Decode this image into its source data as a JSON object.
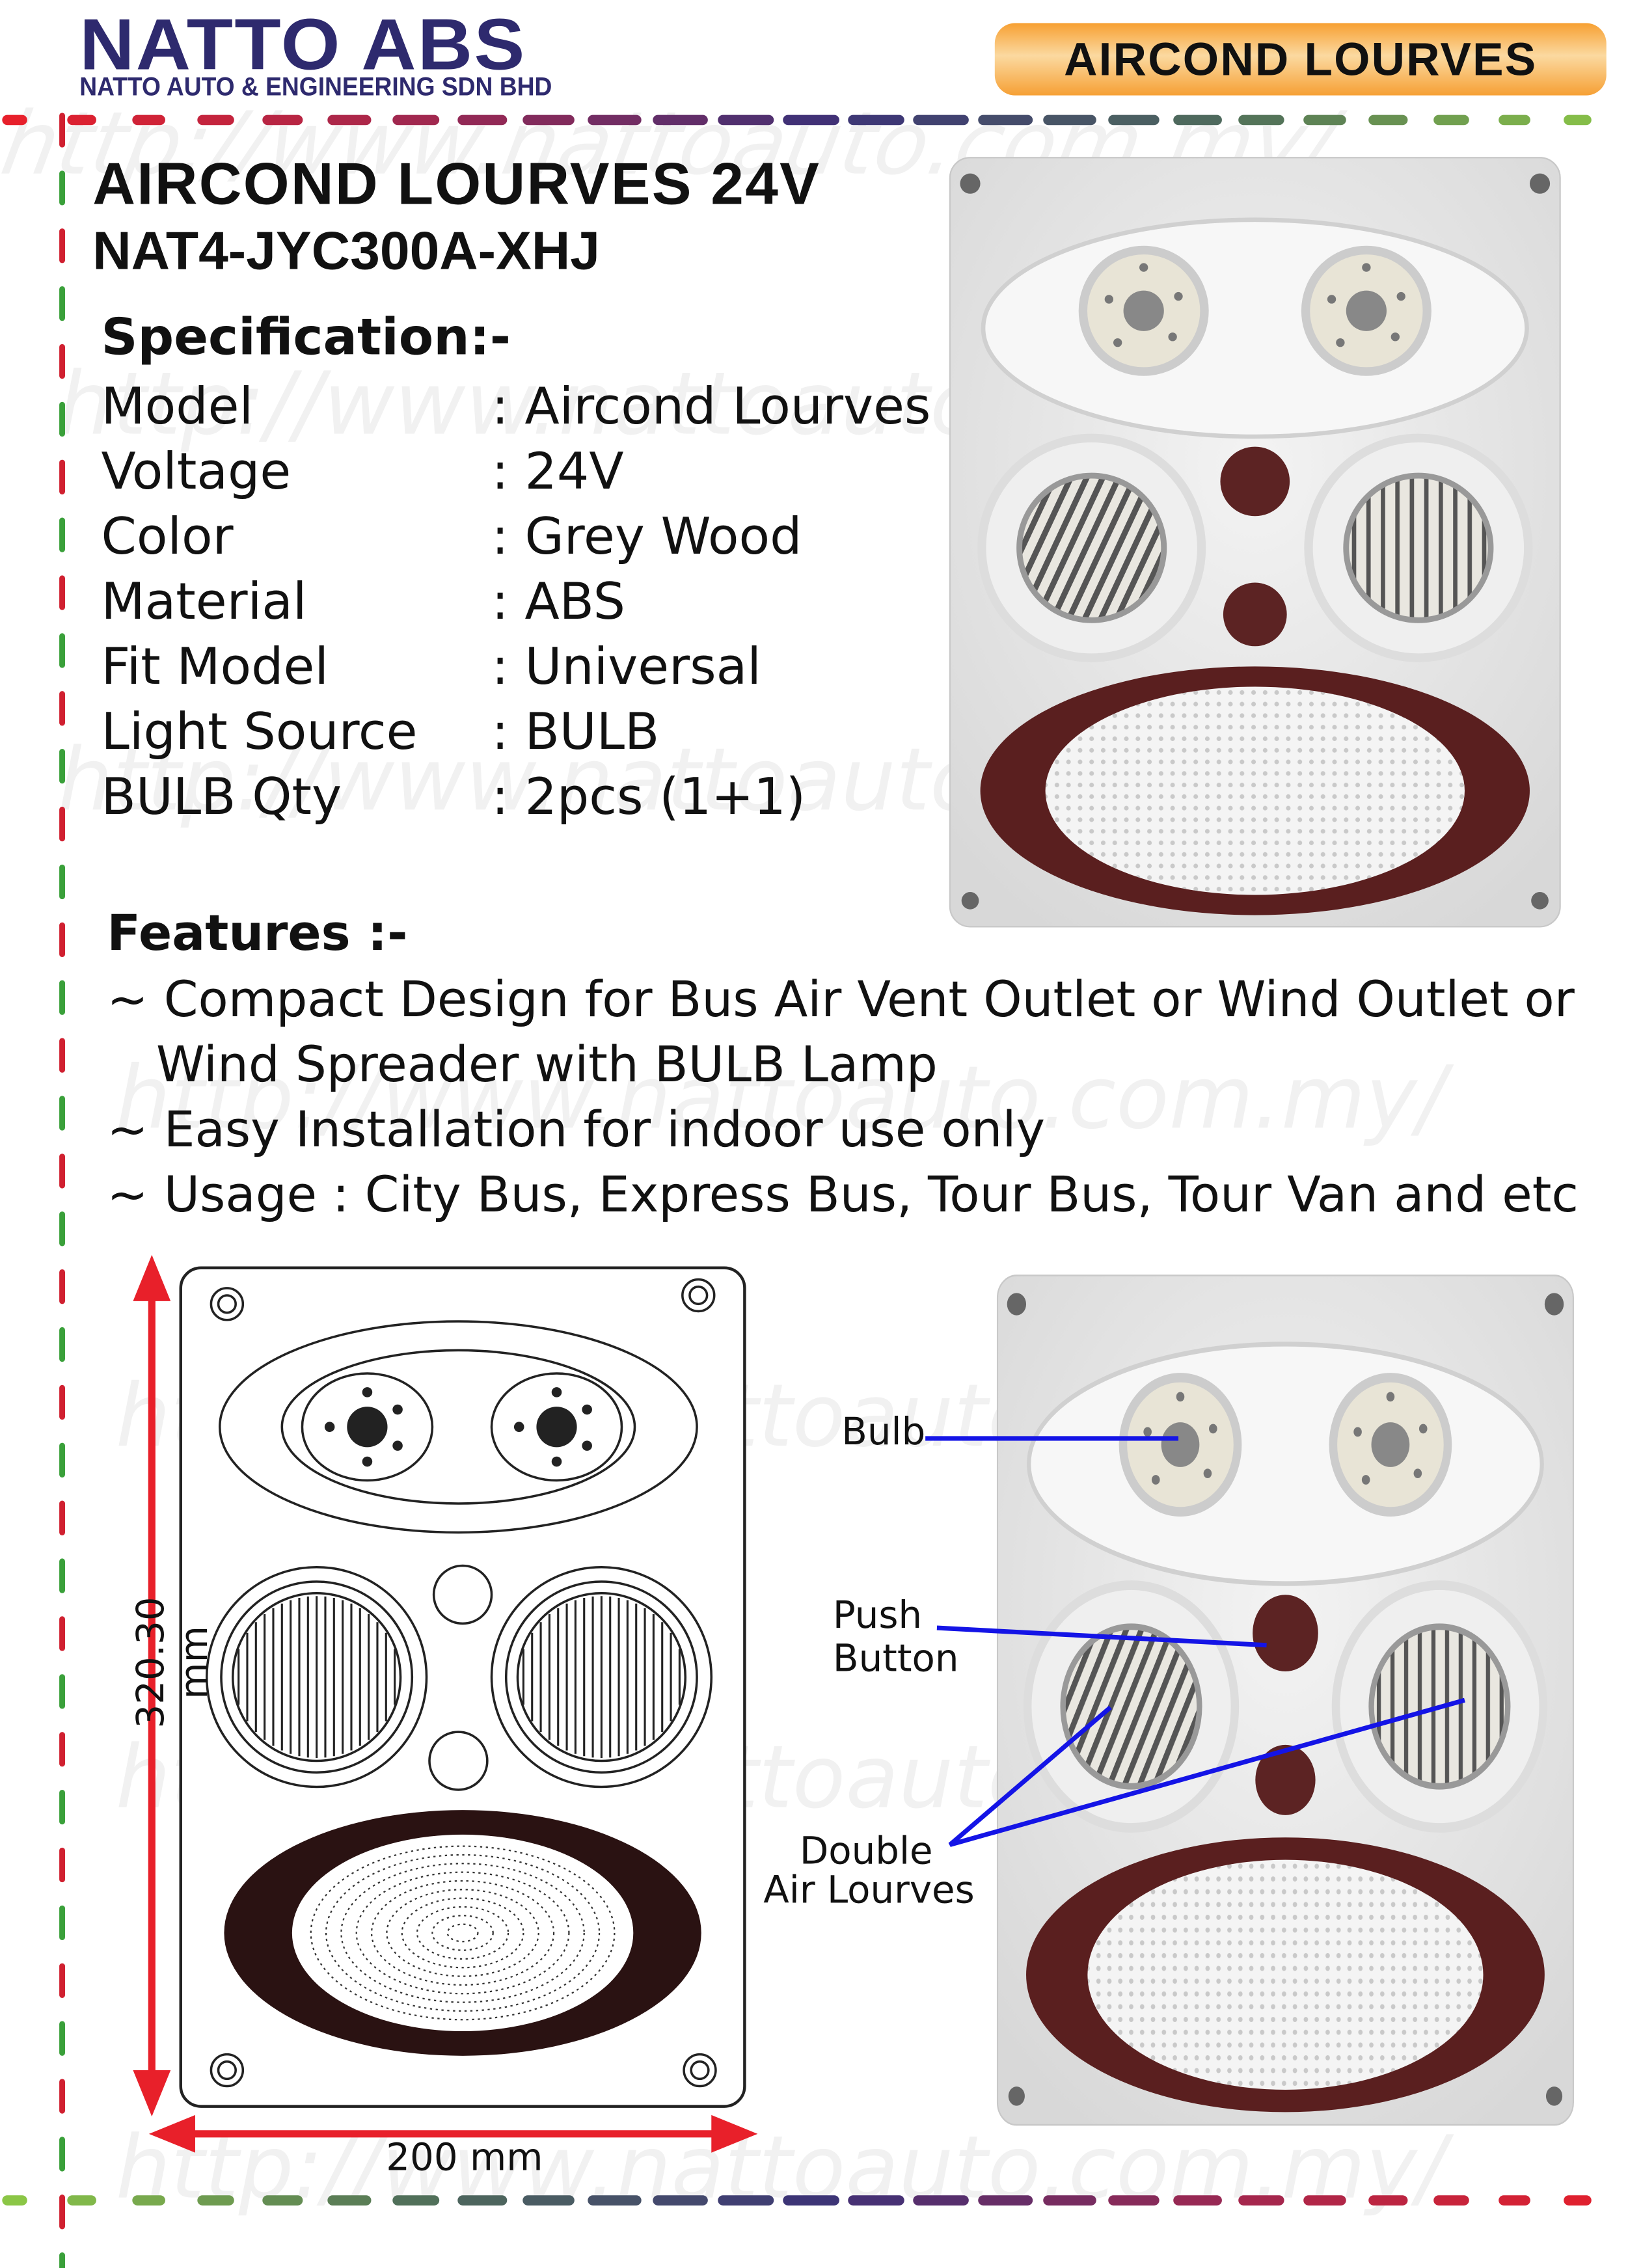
{
  "header": {
    "logo_name": "NATTO ABS",
    "company": "NATTO AUTO & ENGINEERING SDN BHD",
    "category_badge": "AIRCOND LOURVES"
  },
  "product": {
    "title": "AIRCOND LOURVES 24V",
    "code": "NAT4-JYC300A-XHJ"
  },
  "specification": {
    "heading": "Specification:-",
    "rows": [
      {
        "label": "Model",
        "value": ": Aircond Lourves"
      },
      {
        "label": "Voltage",
        "value": ": 24V"
      },
      {
        "label": "Color",
        "value": ": Grey Wood"
      },
      {
        "label": "Material",
        "value": ": ABS"
      },
      {
        "label": "Fit Model",
        "value": ": Universal"
      },
      {
        "label": "Light Source",
        "value": ": BULB"
      },
      {
        "label": "BULB Qty",
        "value": ": 2pcs (1+1)"
      }
    ]
  },
  "features": {
    "heading": "Features :-",
    "lines": [
      "~ Compact Design for Bus Air Vent Outlet or Wind Outlet or",
      "Wind Spreader with BULB Lamp",
      "~ Easy Installation for indoor use only",
      "~ Usage : City Bus, Express Bus, Tour Bus, Tour Van and etc"
    ]
  },
  "drawing": {
    "height_label": "320.30 mm",
    "width_label": "200 mm"
  },
  "callouts": {
    "bulb": "Bulb",
    "push1": "Push",
    "push2": "Button",
    "double1": "Double",
    "double2": "Air Lourves"
  },
  "watermark": "http://www.nattoauto.com.my/",
  "colors": {
    "brand": "#2e2a6e",
    "badge": "#f7a032",
    "arrow": "#e8202a",
    "callout_line": "#1414e6",
    "bezel": "#5a1f1f"
  }
}
